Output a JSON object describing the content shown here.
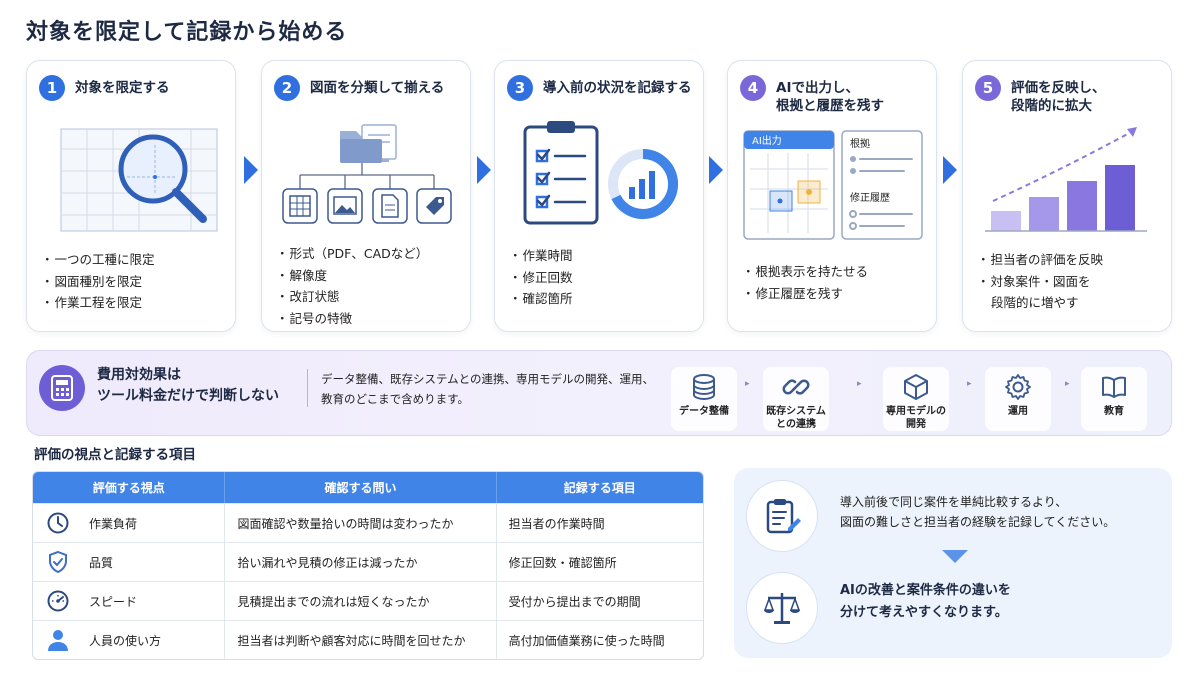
{
  "page": {
    "title": "対象を限定して記録から始める"
  },
  "colors": {
    "blue": "#2f6fe0",
    "purple": "#6d5ed6",
    "header": "#3f84e6"
  },
  "steps": [
    {
      "num": "1",
      "title": "対象を限定する",
      "color": "#2f6fe0",
      "bullets": [
        "一つの工種に限定",
        "図面種別を限定",
        "作業工程を限定"
      ]
    },
    {
      "num": "2",
      "title": "図面を分類して揃える",
      "color": "#2f6fe0",
      "bullets": [
        "形式（PDF、CADなど）",
        "解像度",
        "改訂状態",
        "記号の特徴"
      ]
    },
    {
      "num": "3",
      "title": "導入前の状況を記録する",
      "color": "#2f6fe0",
      "bullets": [
        "作業時間",
        "修正回数",
        "確認箇所"
      ]
    },
    {
      "num": "4",
      "title": "AIで出力し、\n根拠と履歴を残す",
      "color": "#7b68d8",
      "bullets": [
        "根拠表示を持たせる",
        "修正履歴を残す"
      ],
      "panel_label": "AI出力",
      "card_label1": "根拠",
      "card_label2": "修正履歴"
    },
    {
      "num": "5",
      "title": "評価を反映し、\n段階的に拡大",
      "color": "#7b68d8",
      "bullets": [
        "担当者の評価を反映",
        "対象案件・図面を\n段階的に増やす"
      ]
    }
  ],
  "cost": {
    "title": "費用対効果は\nツール料金だけで判断しない",
    "desc": "データ整備、既存システムとの連携、専用モデルの開発、運用、\n教育のどこまで含めります。",
    "items": [
      {
        "label": "データ整備",
        "icon": "database-icon"
      },
      {
        "label": "既存システム\nとの連携",
        "icon": "link-icon"
      },
      {
        "label": "専用モデルの\n開発",
        "icon": "cube-icon"
      },
      {
        "label": "運用",
        "icon": "gear-icon"
      },
      {
        "label": "教育",
        "icon": "book-icon"
      }
    ]
  },
  "eval": {
    "title": "評価の視点と記録する項目",
    "headers": [
      "評価する視点",
      "確認する問い",
      "記録する項目"
    ],
    "rows": [
      {
        "icon": "clock-icon",
        "view": "作業負荷",
        "question": "図面確認や数量拾いの時間は変わったか",
        "record": "担当者の作業時間"
      },
      {
        "icon": "shield-check-icon",
        "view": "品質",
        "question": "拾い漏れや見積の修正は減ったか",
        "record": "修正回数・確認箇所"
      },
      {
        "icon": "speedometer-icon",
        "view": "スピード",
        "question": "見積提出までの流れは短くなったか",
        "record": "受付から提出までの期間"
      },
      {
        "icon": "person-icon",
        "view": "人員の使い方",
        "question": "担当者は判断や顧客対応に時間を回せたか",
        "record": "高付加価値業務に使った時間"
      }
    ]
  },
  "note": {
    "text1": "導入前後で同じ案件を単純比較するより、\n図面の難しさと担当者の経験を記録してください。",
    "text2": "AIの改善と案件条件の違いを\n分けて考えやすくなります。"
  }
}
